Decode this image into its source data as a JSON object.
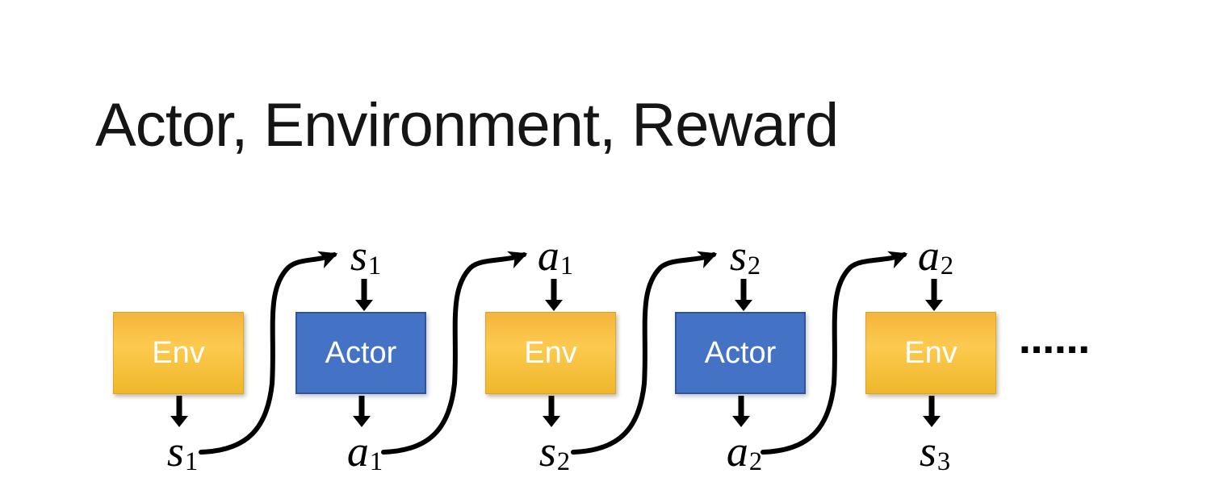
{
  "slide": {
    "title": "Actor, Environment, Reward",
    "ellipsis": "……"
  },
  "diagram": {
    "boxes": [
      {
        "label": "Env",
        "type": "env"
      },
      {
        "label": "Actor",
        "type": "actor"
      },
      {
        "label": "Env",
        "type": "env"
      },
      {
        "label": "Actor",
        "type": "actor"
      },
      {
        "label": "Env",
        "type": "env"
      }
    ],
    "top_labels": [
      {
        "base": "s",
        "sub": "1"
      },
      {
        "base": "a",
        "sub": "1"
      },
      {
        "base": "s",
        "sub": "2"
      },
      {
        "base": "a",
        "sub": "2"
      }
    ],
    "bottom_labels": [
      {
        "base": "s",
        "sub": "1"
      },
      {
        "base": "a",
        "sub": "1"
      },
      {
        "base": "s",
        "sub": "2"
      },
      {
        "base": "a",
        "sub": "2"
      },
      {
        "base": "s",
        "sub": "3"
      }
    ],
    "colors": {
      "env_top": "#F5B43C",
      "env_mid": "#FDCA4F",
      "env_bottom": "#EEB72B",
      "actor_fill": "#4472C4",
      "actor_border": "#2F5597",
      "arrow": "#000000",
      "title_text": "#151515",
      "box_text": "#FFFFFF"
    }
  }
}
